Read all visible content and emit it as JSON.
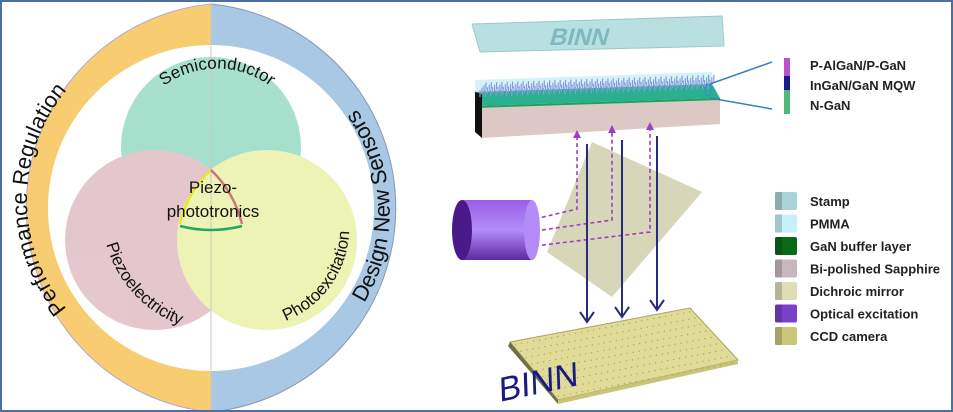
{
  "left_panel": {
    "ring": {
      "left_label": "Performance Regulation",
      "right_label": "Design New Sensors",
      "left_color": "#f8cd72",
      "right_color": "#a8c8e4"
    },
    "venn": {
      "top": {
        "label": "Semiconductor",
        "color": "#8ed8c0"
      },
      "left": {
        "label": "Piezoelectricity",
        "color": "#dcb8c0"
      },
      "right": {
        "label": "Photoexcitation",
        "color": "#e8f0a0"
      },
      "center_line1": "Piezo-",
      "center_line2": "phototronics"
    }
  },
  "right_panel": {
    "stamp_text": "BINN",
    "ccd_text": "BINN",
    "layer_labels": [
      {
        "label": "P-AlGaN/P-GaN",
        "color": "#c050c8"
      },
      {
        "label": "InGaN/GaN MQW",
        "color": "#1a1a90"
      },
      {
        "label": "N-GaN",
        "color": "#50b878"
      }
    ],
    "legend": [
      {
        "label": "Stamp",
        "color": "#a8d4d8"
      },
      {
        "label": "PMMA",
        "color": "#c8f0f8"
      },
      {
        "label": "GaN buffer layer",
        "color": "#0a6a18"
      },
      {
        "label": "Bi-polished Sapphire",
        "color": "#c8b8bc"
      },
      {
        "label": "Dichroic mirror",
        "color": "#deddb8"
      },
      {
        "label": "Optical excitation",
        "color": "#7a40c8"
      },
      {
        "label": "CCD camera",
        "color": "#c8c878"
      }
    ]
  }
}
